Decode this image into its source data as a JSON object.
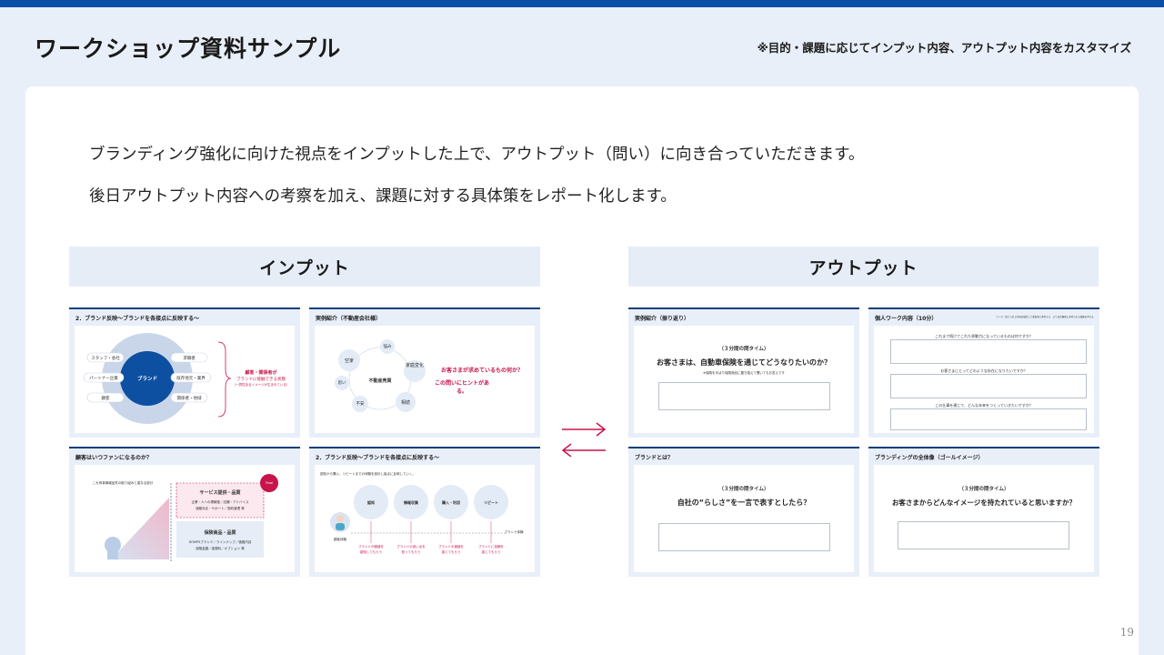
{
  "header": {
    "title": "ワークショップ資料サンプル",
    "note": "※目的・課題に応じてインプット内容、アウトプット内容をカスタマイズ"
  },
  "lead": {
    "line1": "ブランディング強化に向けた視点をインプットした上で、アウトプット（問い）に向き合っていただきます。",
    "line2": "後日アウトプット内容への考察を加え、課題に対する具体策をレポート化します。"
  },
  "sections": {
    "input": "インプット",
    "output": "アウトプット"
  },
  "input_slides": [
    {
      "title": "2．ブランド反映～ブランドを各接点に反映する～",
      "center": "ブランド",
      "left_items": [
        "スタッフ・会社",
        "パートナー企業",
        "顧客"
      ],
      "right_items": [
        "求職者",
        "既存地元・業界",
        "関係者・地域"
      ],
      "callout_line1": "顧客・関係者が",
      "callout_line2": "ブランドに接触できる状態",
      "callout_line3": "（一貫性あるイメージが生まれている）"
    },
    {
      "title": "実例紹介（不動産会社様）",
      "center": "不動産売買",
      "nodes": [
        "悩み",
        "家庭変化",
        "相続",
        "不安",
        "思い",
        "空家"
      ],
      "question1": "お客さまが求めているもの何か？",
      "question2": "この問いにヒントがある。"
    },
    {
      "title": "顧客はいつファンになるのか？",
      "caption": "これ有事情報品質の取り組みと重なる部分",
      "badge": "Final",
      "box1_title": "サービス提供・品質",
      "box1_line1": "企業・人への理解度／店舗・アドバイス",
      "box1_line2": "価格対応・サポート／契約管理 等",
      "box2_title": "保険商品・品質",
      "box2_line1": "DOMPSブランド／ラインナップ／価格内容",
      "box2_line2": "保険金額／保険料／オプション 等"
    },
    {
      "title": "2．ブランド反映～ブランドを各接点に反映する～",
      "subtitle": "認知から購入、リピートまでの体験を設計し接点に反映していく。",
      "steps": [
        "認知",
        "情報収集",
        "購入・利用",
        "リピート"
      ],
      "step_notes": [
        [
          "ブランドが価値を",
          "認知してもらう"
        ],
        [
          "ブランドの良い点を",
          "知ってもらう"
        ],
        [
          "ブランドの価値を",
          "感じてもらう"
        ],
        [
          "ブランドに信頼を",
          "感じてもらう"
        ]
      ],
      "person_label": "顧客体験",
      "axis_label": "ブランド体験"
    }
  ],
  "output_slides": [
    {
      "title": "実例紹介（振り返り）",
      "time": "（３分間の問タイム）",
      "question": "お客さまは、自動車保険を通じてどうなりたいのか？",
      "sub": "※保険を手ばり保険商品に置き換えて聞いてもお答えです"
    },
    {
      "title": "個人ワーク内容（10分）",
      "side_note": "ワーク：取り入れる内容を検討して参加者と共有する　より自社顧客に求められる価値を考える",
      "questions": [
        "これまで続けてこれた原動力になっているものは何ですか？",
        "お客さまにとってどのような存在になりたいですか？",
        "この仕事を通じて、どんな未来をつくっていきたいですか？"
      ]
    },
    {
      "title": "ブランドとは？",
      "time": "（３分間の問タイム）",
      "question": "自社の“らしさ”を一言で表すとしたら？"
    },
    {
      "title": "ブランディングの全体像（ゴールイメージ）",
      "time": "（３分間の問タイム）",
      "question": "お客さまからどんなイメージを持たれていると思いますか？"
    }
  ],
  "footer": {
    "page": "19"
  },
  "colors": {
    "brand_blue": "#0a4ea6",
    "navy": "#0d3f7a",
    "accent_red": "#c8144a",
    "panel_bg": "#e9eff8"
  }
}
